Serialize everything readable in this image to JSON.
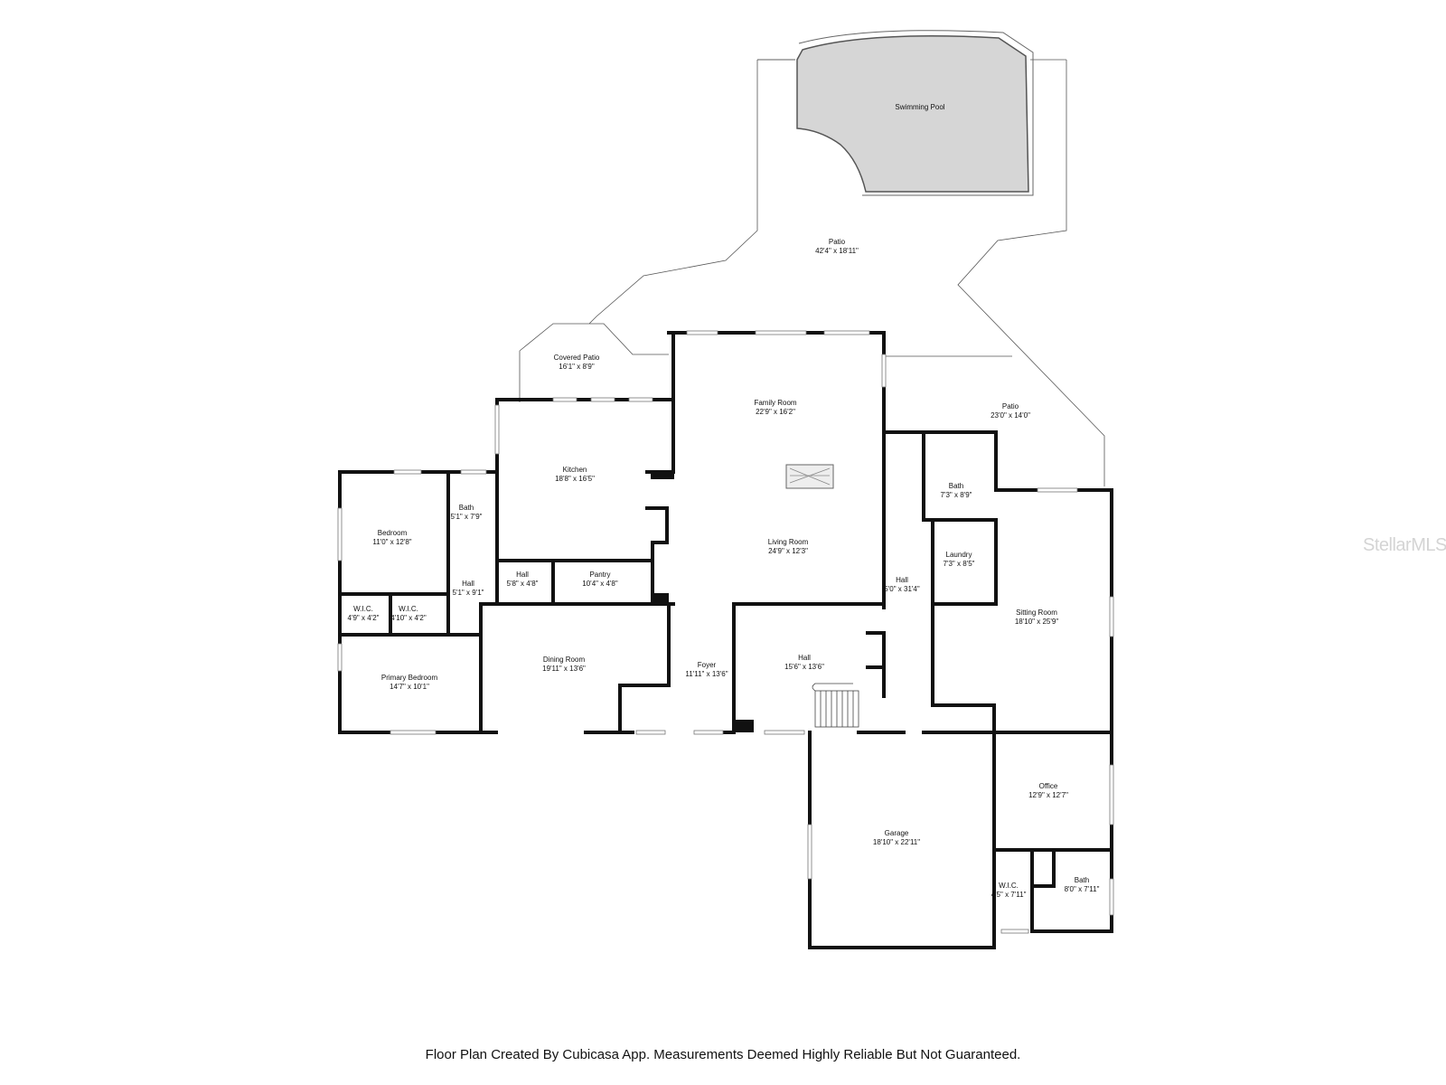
{
  "rooms": [
    {
      "key": "pool",
      "name": "Swimming Pool",
      "size": ""
    },
    {
      "key": "patio_main",
      "name": "Patio",
      "size": "42'4\" x 18'11\""
    },
    {
      "key": "covered_patio",
      "name": "Covered Patio",
      "size": "16'1\" x 8'9\""
    },
    {
      "key": "family",
      "name": "Family Room",
      "size": "22'9\" x 16'2\""
    },
    {
      "key": "patio_side",
      "name": "Patio",
      "size": "23'0\" x 14'0\""
    },
    {
      "key": "kitchen",
      "name": "Kitchen",
      "size": "18'8\" x 16'5\""
    },
    {
      "key": "bath1",
      "name": "Bath",
      "size": "5'1\" x 7'9\""
    },
    {
      "key": "bedroom",
      "name": "Bedroom",
      "size": "11'0\" x 12'8\""
    },
    {
      "key": "bath2",
      "name": "Bath",
      "size": "7'3\" x 8'9\""
    },
    {
      "key": "living",
      "name": "Living Room",
      "size": "24'9\" x 12'3\""
    },
    {
      "key": "laundry",
      "name": "Laundry",
      "size": "7'3\" x 8'5\""
    },
    {
      "key": "hall_west",
      "name": "Hall",
      "size": "5'1\" x 9'1\""
    },
    {
      "key": "hall_small",
      "name": "Hall",
      "size": "5'8\" x 4'8\""
    },
    {
      "key": "pantry",
      "name": "Pantry",
      "size": "10'4\" x 4'8\""
    },
    {
      "key": "hall_east",
      "name": "Hall",
      "size": "5'0\" x 31'4\""
    },
    {
      "key": "wic1",
      "name": "W.I.C.",
      "size": "4'9\" x 4'2\""
    },
    {
      "key": "wic2",
      "name": "W.I.C.",
      "size": "4'10\" x 4'2\""
    },
    {
      "key": "sitting",
      "name": "Sitting Room",
      "size": "18'10\" x 25'9\""
    },
    {
      "key": "hall_center",
      "name": "Hall",
      "size": "15'6\" x 13'6\""
    },
    {
      "key": "dining",
      "name": "Dining Room",
      "size": "19'11\" x 13'6\""
    },
    {
      "key": "foyer",
      "name": "Foyer",
      "size": "11'11\" x 13'6\""
    },
    {
      "key": "primary",
      "name": "Primary Bedroom",
      "size": "14'7\" x 10'1\""
    },
    {
      "key": "office",
      "name": "Office",
      "size": "12'9\" x 12'7\""
    },
    {
      "key": "garage",
      "name": "Garage",
      "size": "18'10\" x 22'11\""
    },
    {
      "key": "wic3",
      "name": "W.I.C.",
      "size": "4'5\" x 7'11\""
    },
    {
      "key": "bath3",
      "name": "Bath",
      "size": "8'0\" x 7'11\""
    }
  ],
  "footer": {
    "text": "Floor Plan Created By Cubicasa App. Measurements Deemed Highly Reliable But Not Guaranteed."
  },
  "watermark": {
    "text": "StellarMLS"
  },
  "colors": {
    "walls": "#111111",
    "pool": "#d6d6d6",
    "background": "#ffffff",
    "watermark": "#d4d4d4"
  }
}
